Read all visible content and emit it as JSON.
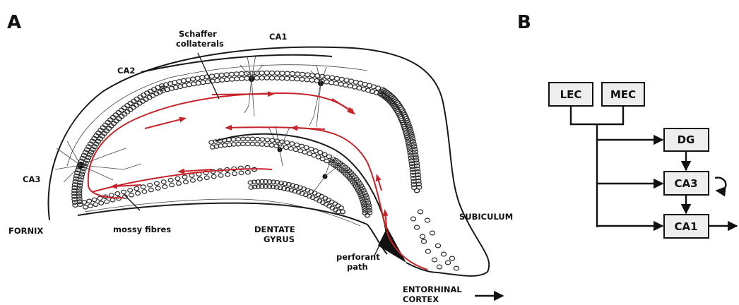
{
  "panel_a": {
    "letter": "A",
    "labels": {
      "schaffer_line1": "Schaffer",
      "schaffer_line2": "collaterals",
      "ca1": "CA1",
      "ca2": "CA2",
      "ca3": "CA3",
      "fornix": "FORNIX",
      "mossy_fibres": "mossy fibres",
      "dentate_line1": "DENTATE",
      "dentate_line2": "GYRUS",
      "subiculum": "SUBICULUM",
      "perforant_line1": "perforant",
      "perforant_line2": "path",
      "entorhinal_line1": "ENTORHINAL",
      "entorhinal_line2": "CORTEX"
    }
  },
  "panel_b": {
    "letter": "B",
    "boxes": {
      "lec": "LEC",
      "mec": "MEC",
      "dg": "DG",
      "ca3": "CA3",
      "ca1": "CA1"
    }
  },
  "colors": {
    "pathway": "#c8232a",
    "box_fill": "#eeeeee",
    "ink": "#111111"
  }
}
